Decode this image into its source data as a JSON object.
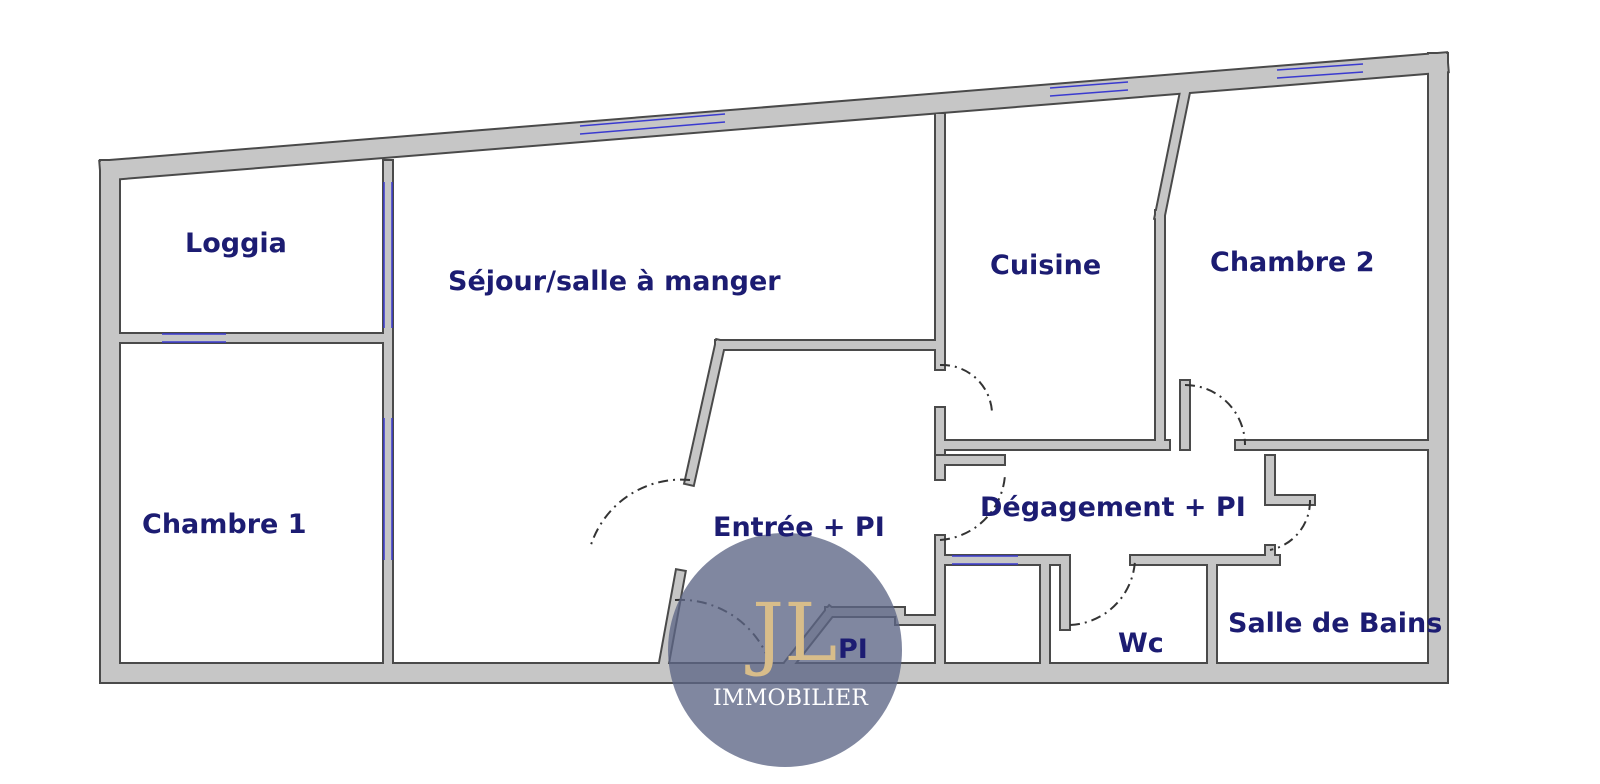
{
  "rooms": {
    "loggia": "Loggia",
    "sejour": "Séjour/salle à manger",
    "cuisine": "Cuisine",
    "chambre2": "Chambre 2",
    "chambre1": "Chambre 1",
    "entree": "Entrée + PI",
    "degagement": "Dégagement + PI",
    "pi": "PI",
    "wc": "Wc",
    "salle_de_bains": "Salle de Bains"
  },
  "logo": {
    "monogram": "JL",
    "text": "IMMOBILIER"
  },
  "colors": {
    "wall": "#c6c6c6",
    "label": "#1c1c72",
    "logo_bg": "#5c6585",
    "logo_gold": "#d8bd8a"
  }
}
